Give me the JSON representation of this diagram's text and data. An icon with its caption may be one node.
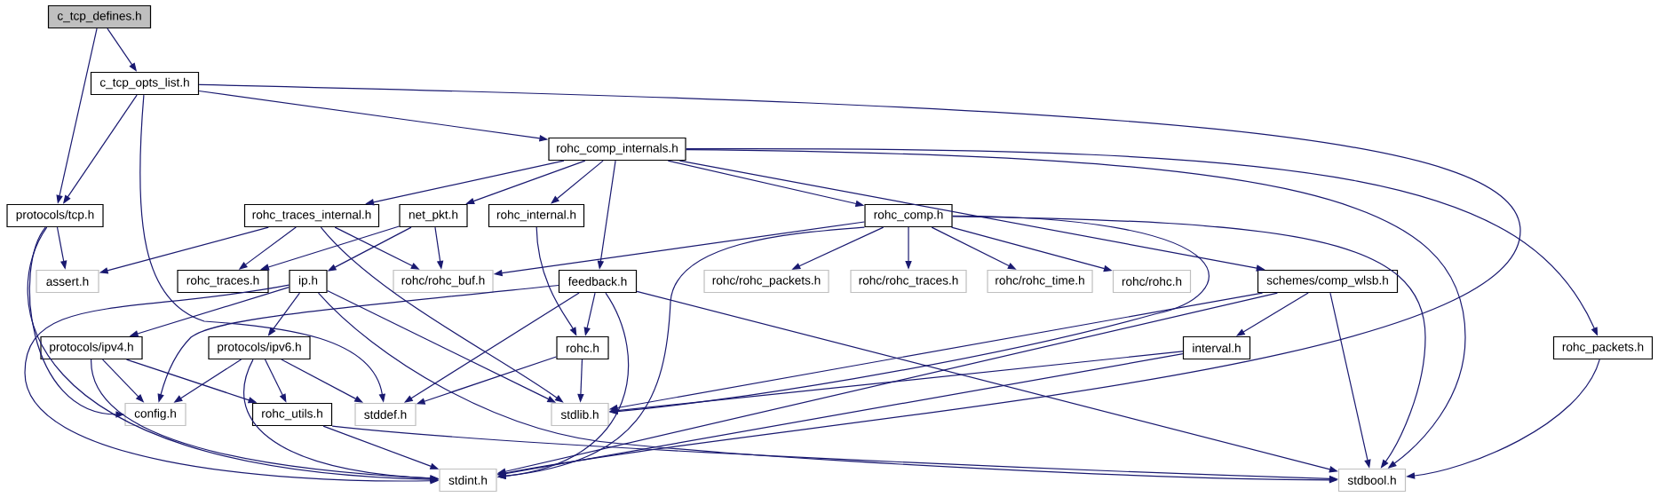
{
  "diagram": {
    "nodes": [
      {
        "text": [
          "c_tcp_defines.h"
        ]
      },
      {
        "text": [
          "c_tcp_opts_list.h"
        ]
      },
      {
        "text": [
          "protocols/tcp.h"
        ]
      },
      {
        "text": [
          "rohc_comp_internals.h"
        ]
      },
      {
        "text": [
          "rohc_traces_internal.h"
        ]
      },
      {
        "text": [
          "net_pkt.h"
        ]
      },
      {
        "text": [
          "rohc_internal.h"
        ]
      },
      {
        "text": [
          "rohc_comp.h"
        ]
      },
      {
        "text": [
          "assert.h"
        ]
      },
      {
        "text": [
          "rohc_traces.h"
        ]
      },
      {
        "text": [
          "ip.h"
        ]
      },
      {
        "text": [
          "rohc/rohc_buf.h"
        ]
      },
      {
        "text": [
          "feedback.h"
        ]
      },
      {
        "text": [
          "rohc/rohc_packets.h"
        ]
      },
      {
        "text": [
          "rohc/rohc_traces.h"
        ]
      },
      {
        "text": [
          "rohc/rohc_time.h"
        ]
      },
      {
        "text": [
          "rohc/rohc.h"
        ]
      },
      {
        "text": [
          "schemes/comp_wlsb.h"
        ]
      },
      {
        "text": [
          "protocols/ipv4.h"
        ]
      },
      {
        "text": [
          "protocols/ipv6.h"
        ]
      },
      {
        "text": [
          "rohc.h"
        ]
      },
      {
        "text": [
          "interval.h"
        ]
      },
      {
        "text": [
          "rohc_packets.h"
        ]
      },
      {
        "text": [
          "config.h"
        ]
      },
      {
        "text": [
          "rohc_utils.h"
        ]
      },
      {
        "text": [
          "stddef.h"
        ]
      },
      {
        "text": [
          "stdlib.h"
        ]
      },
      {
        "text": [
          "stdint.h"
        ]
      },
      {
        "text": [
          "stdbool.h"
        ]
      }
    ],
    "edges": [
      {
        "from": 0,
        "to": 1,
        "arrow": "to"
      },
      {
        "from": 0,
        "to": 2,
        "arrow": "to"
      },
      {
        "from": 1,
        "to": 2,
        "arrow": "to"
      },
      {
        "from": 1,
        "to": 25,
        "arrow": "to"
      },
      {
        "from": 1,
        "to": 3,
        "arrow": "to"
      },
      {
        "from": 1,
        "to": 27,
        "arrow": "to"
      },
      {
        "from": 3,
        "to": 4,
        "arrow": "to"
      },
      {
        "from": 3,
        "to": 5,
        "arrow": "to"
      },
      {
        "from": 3,
        "to": 6,
        "arrow": "to"
      },
      {
        "from": 3,
        "to": 12,
        "arrow": "to"
      },
      {
        "from": 3,
        "to": 7,
        "arrow": "to"
      },
      {
        "from": 3,
        "to": 17,
        "arrow": "to"
      },
      {
        "from": 3,
        "to": 28,
        "arrow": "to"
      },
      {
        "from": 3,
        "to": 22,
        "arrow": "to"
      },
      {
        "from": 2,
        "to": 8,
        "arrow": "to"
      },
      {
        "from": 2,
        "to": 23,
        "arrow": "to"
      },
      {
        "from": 2,
        "to": 27,
        "arrow": "to"
      },
      {
        "from": 4,
        "to": 8,
        "arrow": "to"
      },
      {
        "from": 4,
        "to": 9,
        "arrow": "to"
      },
      {
        "from": 4,
        "to": 11,
        "arrow": "to"
      },
      {
        "from": 4,
        "to": 26,
        "arrow": "to"
      },
      {
        "from": 5,
        "to": 9,
        "arrow": "to"
      },
      {
        "from": 5,
        "to": 10,
        "arrow": "to"
      },
      {
        "from": 5,
        "to": 11,
        "arrow": "to"
      },
      {
        "from": 6,
        "to": 20,
        "arrow": "to"
      },
      {
        "from": 7,
        "to": 11,
        "arrow": "to"
      },
      {
        "from": 7,
        "to": 27,
        "arrow": "to"
      },
      {
        "from": 7,
        "to": 13,
        "arrow": "to"
      },
      {
        "from": 7,
        "to": 14,
        "arrow": "to"
      },
      {
        "from": 7,
        "to": 15,
        "arrow": "to"
      },
      {
        "from": 7,
        "to": 16,
        "arrow": "to"
      },
      {
        "from": 7,
        "to": 26,
        "arrow": "to"
      },
      {
        "from": 7,
        "to": 28,
        "arrow": "to"
      },
      {
        "from": 10,
        "to": 18,
        "arrow": "to"
      },
      {
        "from": 10,
        "to": 19,
        "arrow": "to"
      },
      {
        "from": 10,
        "to": 26,
        "arrow": "to"
      },
      {
        "from": 10,
        "to": 28,
        "arrow": "to"
      },
      {
        "from": 10,
        "to": 27,
        "arrow": "to"
      },
      {
        "from": 12,
        "to": 23,
        "arrow": "to"
      },
      {
        "from": 12,
        "to": 20,
        "arrow": "to"
      },
      {
        "from": 12,
        "to": 25,
        "arrow": "to"
      },
      {
        "from": 12,
        "to": 27,
        "arrow": "to"
      },
      {
        "from": 12,
        "to": 28,
        "arrow": "to"
      },
      {
        "from": 17,
        "to": 21,
        "arrow": "to"
      },
      {
        "from": 17,
        "to": 26,
        "arrow": "to"
      },
      {
        "from": 17,
        "to": 27,
        "arrow": "to"
      },
      {
        "from": 17,
        "to": 28,
        "arrow": "to"
      },
      {
        "from": 18,
        "to": 23,
        "arrow": "to"
      },
      {
        "from": 18,
        "to": 24,
        "arrow": "to"
      },
      {
        "from": 18,
        "to": 27,
        "arrow": "to"
      },
      {
        "from": 19,
        "to": 23,
        "arrow": "to"
      },
      {
        "from": 19,
        "to": 24,
        "arrow": "to"
      },
      {
        "from": 19,
        "to": 25,
        "arrow": "to"
      },
      {
        "from": 19,
        "to": 27,
        "arrow": "to"
      },
      {
        "from": 20,
        "to": 25,
        "arrow": "to"
      },
      {
        "from": 20,
        "to": 26,
        "arrow": "to"
      },
      {
        "from": 21,
        "to": 26,
        "arrow": "to"
      },
      {
        "from": 21,
        "to": 27,
        "arrow": "to"
      },
      {
        "from": 22,
        "to": 28,
        "arrow": "to"
      },
      {
        "from": 24,
        "to": 27,
        "arrow": "to"
      },
      {
        "from": 24,
        "to": 28,
        "arrow": "to"
      }
    ]
  }
}
